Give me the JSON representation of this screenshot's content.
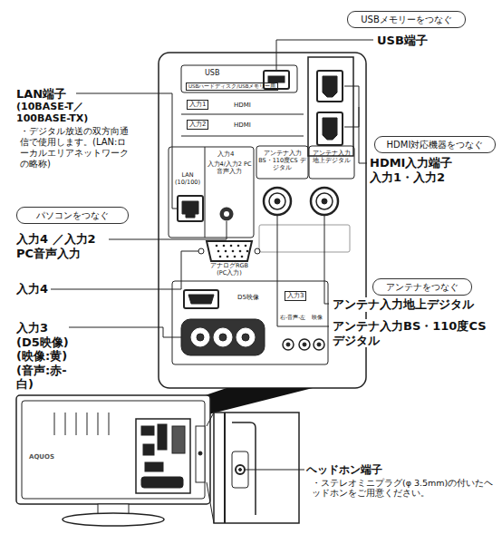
{
  "diagram": {
    "nodes": [
      {
        "text": [
          "USBメモリーをつなぐ"
        ]
      },
      {
        "text": [
          "HDMI対応機器をつなぐ"
        ]
      },
      {
        "text": [
          "パソコンをつなぐ"
        ]
      },
      {
        "text": [
          "アンテナをつなぐ"
        ]
      }
    ],
    "labels": [
      "USB端子",
      "LAN端子",
      "(10BASE-T／100BASE-TX)",
      "・デジタル放送の双方向通信で使用します。(LAN:ローカルエリアネットワークの略称)",
      "HDMI入力端子 入力1・入力2",
      "入力4 ／入力2 PC音声入力",
      "入力4",
      "入力3 (D5映像) (映像:黄)(音声:赤-白)",
      "アンテナ入力地上デジタル",
      "アンテナ入力BS・110度CSデジタル",
      "ヘッドホン端子",
      "・ステレオミニプラグ(φ 3.5mm)の付いたヘッドホンをご用意ください。",
      "USB",
      "USBハードディスク/USBメモリー用",
      "入力1",
      "HDMI",
      "入力2",
      "HDMI",
      "入力4",
      "入力4/入力2 PC音声入力",
      "アンテナ入力 BS・110度CS デジタル",
      "アンテナ入力 地上デジタル",
      "LAN (10/100)",
      "アナログRGB (PC入力)",
      "D5映像",
      "入力3",
      "右-音声-左",
      "映像",
      "AQUOS"
    ]
  }
}
